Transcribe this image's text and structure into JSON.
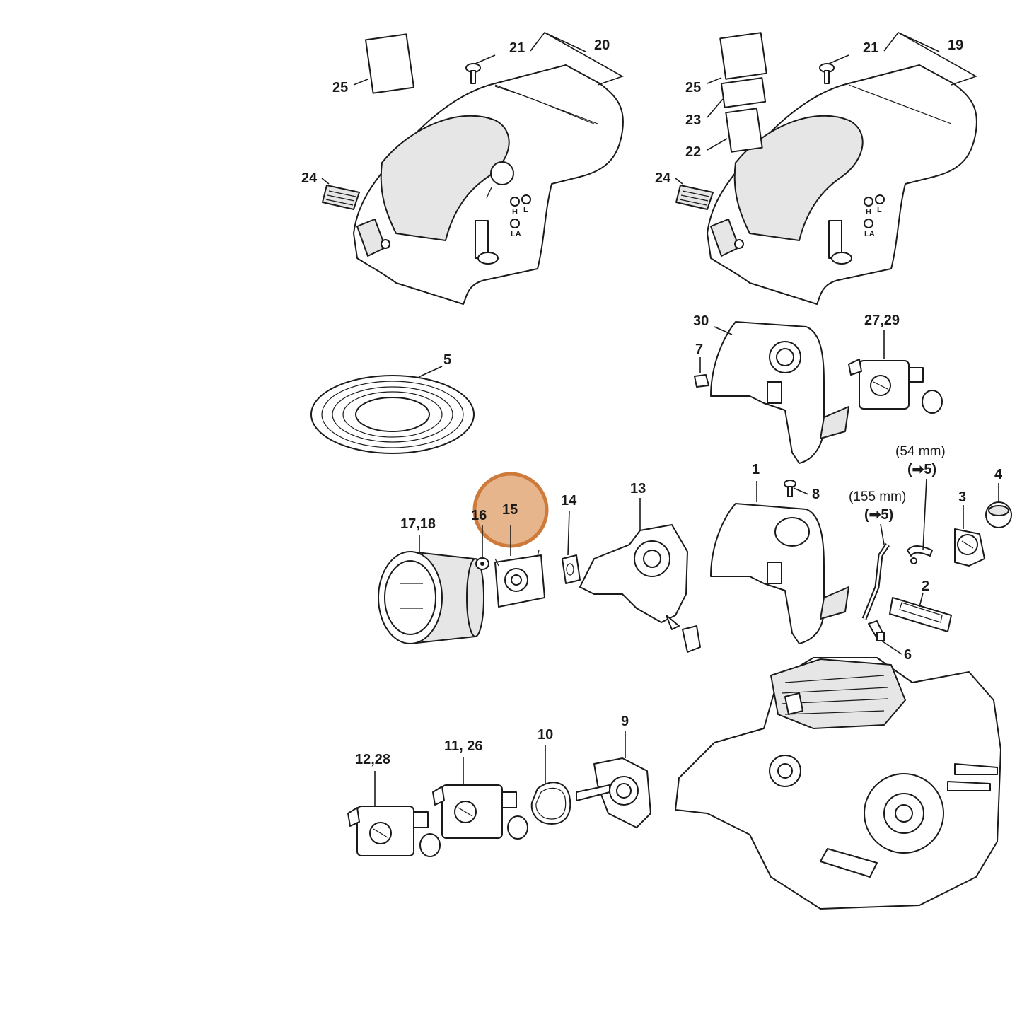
{
  "colors": {
    "ink": "#1a1a1a",
    "highlight": "#cd7a3a",
    "highlight_fill": "#e3a877"
  },
  "labels": {
    "l20": "20",
    "l21a": "21",
    "l25a": "25",
    "l24a": "24",
    "l19": "19",
    "l21b": "21",
    "l25b": "25",
    "l23": "23",
    "l22": "22",
    "l24b": "24",
    "l30": "30",
    "l7": "7",
    "l2729": "27,29",
    "l5": "5",
    "l54": "(54 mm)",
    "l54ref": "(➡5)",
    "l4": "4",
    "l1": "1",
    "l8": "8",
    "l155": "(155 mm)",
    "l155ref": "(➡5)",
    "l3": "3",
    "l13": "13",
    "l14": "14",
    "l15": "15",
    "l16": "16",
    "l1718": "17,18",
    "l2": "2",
    "l6": "6",
    "l9": "9",
    "l10": "10",
    "l1126": "11, 26",
    "l1228": "12,28"
  },
  "cover_markings": {
    "left": {
      "h": "H",
      "l": "L",
      "la": "LA"
    },
    "right": {
      "h": "H",
      "l": "L",
      "la": "LA"
    }
  },
  "highlighted_part": "15"
}
